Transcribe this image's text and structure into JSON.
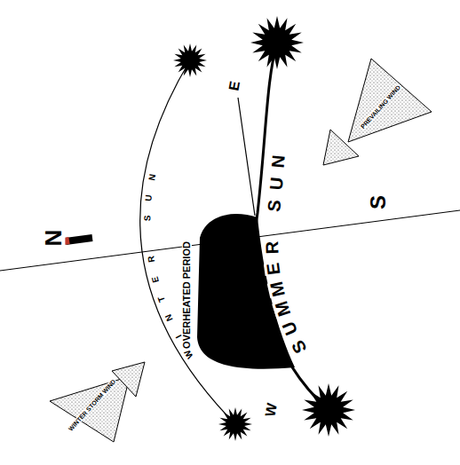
{
  "diagram": {
    "labels": [
      "N",
      "E",
      "S",
      "W",
      "WINTER SUN",
      "SUMMER SUN",
      "OVERHEATED PERIOD",
      "PREVAILING WIND",
      "WINTER STORM WIND"
    ]
  }
}
